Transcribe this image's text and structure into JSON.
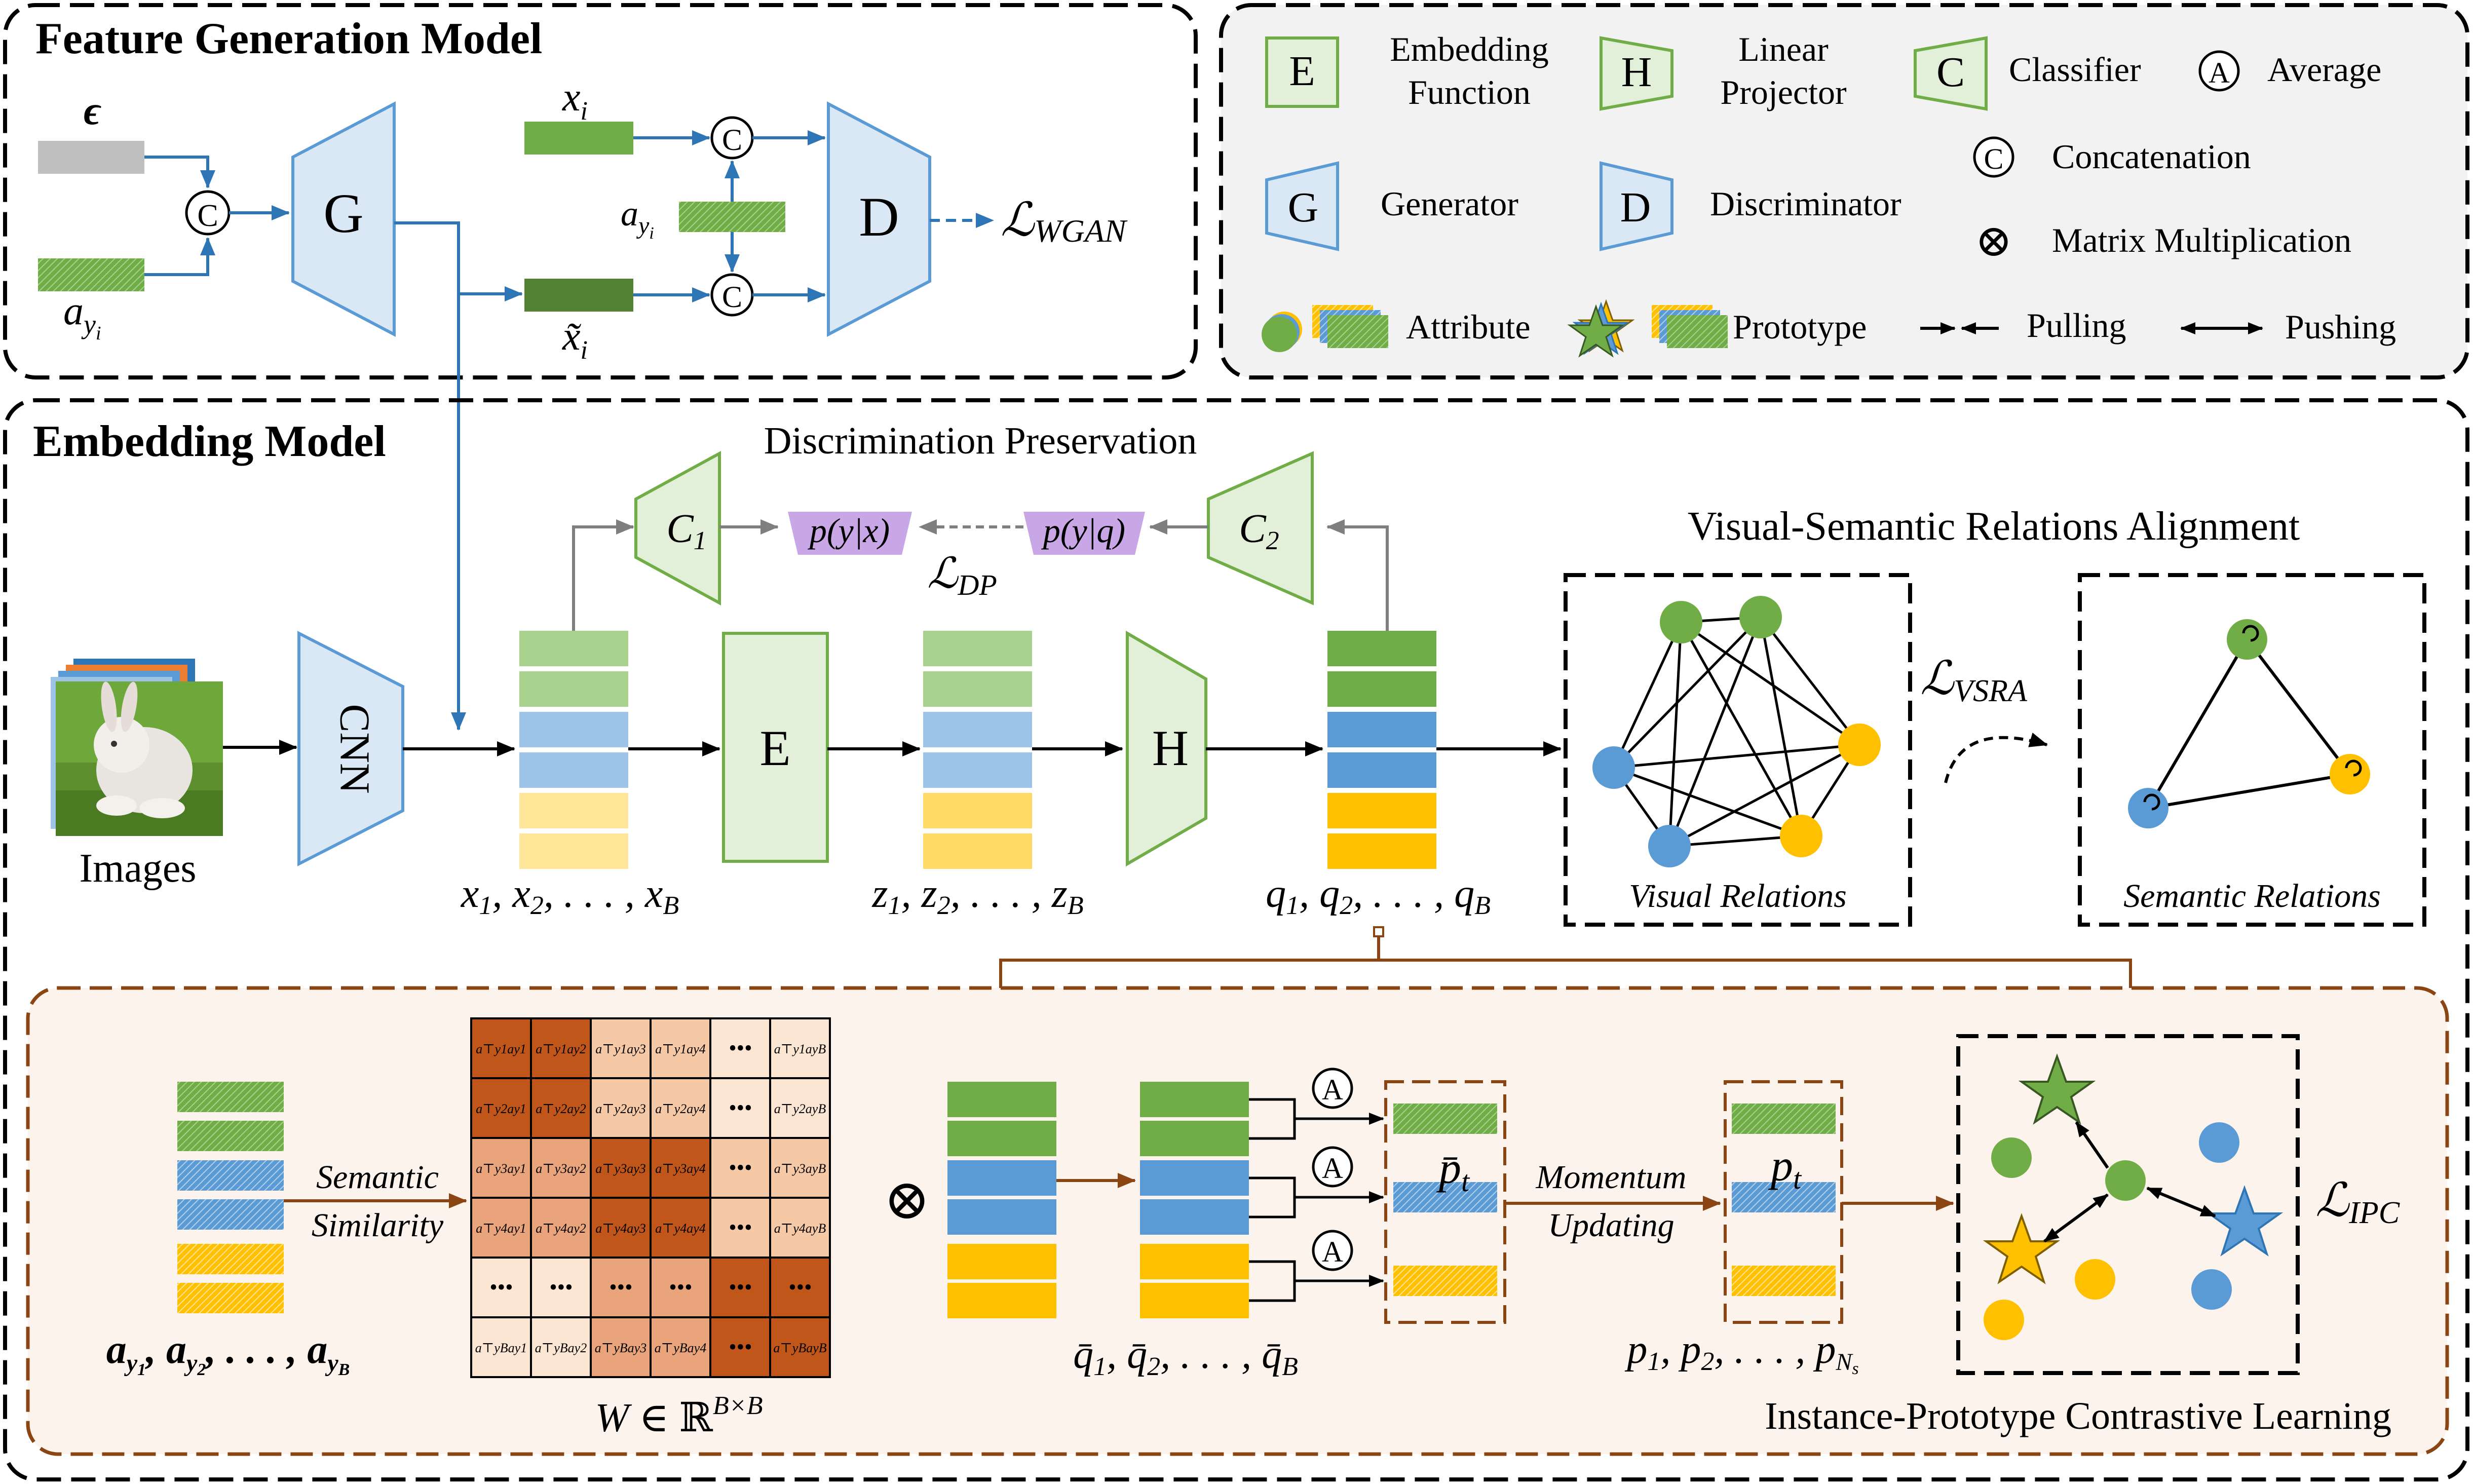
{
  "sections": {
    "feature_generation": "Feature Generation Model",
    "embedding": "Embedding Model",
    "discrimination": "Discrimination Preservation",
    "vsra": "Visual-Semantic Relations Alignment",
    "ipc": "Instance-Prototype Contrastive Learning"
  },
  "legend": {
    "embedding_letter": "E",
    "embedding_label_1": "Embedding",
    "embedding_label_2": "Function",
    "linear_letter": "H",
    "linear_label_1": "Linear",
    "linear_label_2": "Projector",
    "classifier_letter": "C",
    "classifier_label": "Classifier",
    "average_letter": "A",
    "average_label": "Average",
    "concat_letter": "C",
    "concat_label": "Concatenation",
    "generator_letter": "G",
    "generator_label": "Generator",
    "discriminator_letter": "D",
    "discriminator_label": "Discriminator",
    "matmul_symbol": "⊗",
    "matmul_label": "Matrix Multiplication",
    "attribute_label": "Attribute",
    "prototype_label": "Prototype",
    "pulling_label": "Pulling",
    "pushing_label": "Pushing"
  },
  "fgm": {
    "epsilon": "ϵ",
    "a_yi": "a",
    "a_yi_sub": "y",
    "a_yi_subsub": "i",
    "g": "G",
    "d": "D",
    "c": "C",
    "x_i": "x",
    "x_i_sub": "i",
    "xt_i": "x̃",
    "xt_i_sub": "i",
    "loss": "ℒ",
    "loss_sub": "WGAN"
  },
  "embed": {
    "images": "Images",
    "cnn": "CNN",
    "e": "E",
    "h": "H",
    "c1": "C",
    "c1_sub": "1",
    "c2": "C",
    "c2_sub": "2",
    "pyx": "p(y|x)",
    "pyq": "p(y|q)",
    "loss_dp": "ℒ",
    "loss_dp_sub": "DP",
    "x_seq": "x₁, x₂, . . . , x_B",
    "z_seq": "z₁, z₂, . . . , z_B",
    "q_seq": "q₁, q₂, . . . , q_B",
    "visual_relations": "Visual Relations",
    "semantic_relations": "Semantic Relations",
    "loss_vsra": "ℒ",
    "loss_vsra_sub": "VSRA"
  },
  "ipc": {
    "a_seq": "a_y₁, a_y₂, . . . , a_y_B",
    "semantic_1": "Semantic",
    "semantic_2": "Similarity",
    "w_label": "W ∈ ℝ^(B×B)",
    "qbar_seq": "q̄₁, q̄₂, . . . , q̄_B",
    "pbar_t": "p̄",
    "pbar_t_sub": "t",
    "p_t": "p",
    "p_t_sub": "t",
    "momentum_1": "Momentum",
    "momentum_2": "Updating",
    "p_seq": "p₁, p₂, . . . , p_N_s",
    "avg": "A",
    "otimes": "⊗",
    "loss_ipc": "ℒ",
    "loss_ipc_sub": "IPC",
    "matrix_cells": [
      [
        "a⊤y1ay1",
        "a⊤y1ay2",
        "a⊤y1ay3",
        "a⊤y1ay4",
        "•••",
        "a⊤y1ayB"
      ],
      [
        "a⊤y2ay1",
        "a⊤y2ay2",
        "a⊤y2ay3",
        "a⊤y2ay4",
        "•••",
        "a⊤y2ayB"
      ],
      [
        "a⊤y3ay1",
        "a⊤y3ay2",
        "a⊤y3ay3",
        "a⊤y3ay4",
        "•••",
        "a⊤y3ayB"
      ],
      [
        "a⊤y4ay1",
        "a⊤y4ay2",
        "a⊤y4ay3",
        "a⊤y4ay4",
        "•••",
        "a⊤y4ayB"
      ],
      [
        "•••",
        "•••",
        "•••",
        "•••",
        "•••",
        "•••"
      ],
      [
        "a⊤yBay1",
        "a⊤yBay2",
        "a⊤yBay3",
        "a⊤yBay4",
        "•••",
        "a⊤yBayB"
      ]
    ],
    "matrix_shades": [
      [
        "#c0561a",
        "#c0561a",
        "#f6c9a6",
        "#f6c9a6",
        "#fbe5d3",
        "#fbe5d3"
      ],
      [
        "#c0561a",
        "#c0561a",
        "#f6c9a6",
        "#f6c9a6",
        "#fbe5d3",
        "#fbe5d3"
      ],
      [
        "#eaa47b",
        "#eaa47b",
        "#c0561a",
        "#c0561a",
        "#f6c9a6",
        "#f6c9a6"
      ],
      [
        "#eaa47b",
        "#eaa47b",
        "#c0561a",
        "#c0561a",
        "#f6c9a6",
        "#f6c9a6"
      ],
      [
        "#fbe5d3",
        "#fbe5d3",
        "#eaa47b",
        "#eaa47b",
        "#c0561a",
        "#c0561a"
      ],
      [
        "#fbe5d3",
        "#fbe5d3",
        "#eaa47b",
        "#eaa47b",
        "#c0561a",
        "#c0561a"
      ]
    ]
  },
  "colors": {
    "green": "#70ad47",
    "green_light": "#a9d18e",
    "blue": "#5b9bd5",
    "blue_light": "#b4cfea",
    "yellow": "#ffc000",
    "yellow_light": "#ffe699",
    "block_green": "#e2f0d9",
    "block_blue": "#dae7f4",
    "purple": "#c9a7e6",
    "brown": "#8b4513",
    "ipc_bg": "#fcf3ec"
  }
}
